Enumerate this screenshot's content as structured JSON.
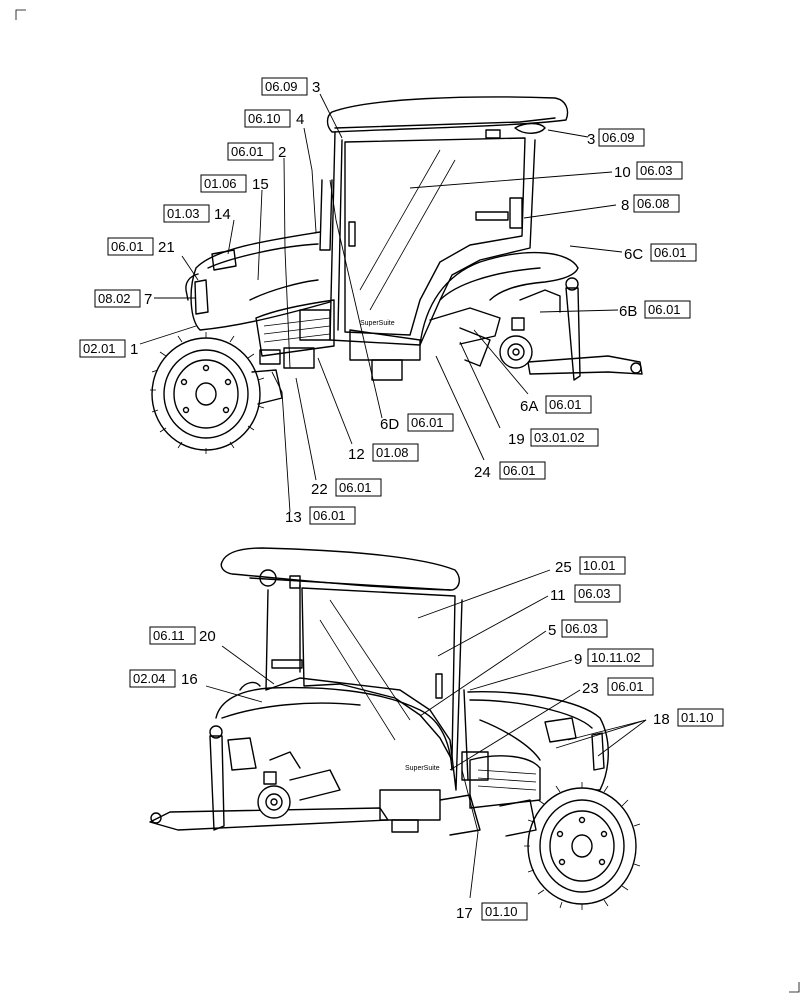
{
  "top_view": {
    "callouts": [
      {
        "id": "t1",
        "ref": "06.09",
        "num": "3",
        "tx": "3"
      },
      {
        "id": "t2",
        "ref": "06.10",
        "num": "4"
      },
      {
        "id": "t3",
        "ref": "06.01",
        "num": "2"
      },
      {
        "id": "t4",
        "ref": "01.06",
        "num": "15"
      },
      {
        "id": "t5",
        "ref": "01.03",
        "num": "14"
      },
      {
        "id": "t6",
        "ref": "06.01",
        "num": "21"
      },
      {
        "id": "t7",
        "ref": "08.02",
        "num": "7"
      },
      {
        "id": "t8",
        "ref": "02.01",
        "num": "1"
      },
      {
        "id": "t9",
        "num": "3",
        "ref": "06.09"
      },
      {
        "id": "t10",
        "num": "10",
        "ref": "06.03"
      },
      {
        "id": "t11",
        "num": "8",
        "ref": "06.08"
      },
      {
        "id": "t12",
        "num": "6C",
        "ref": "06.01"
      },
      {
        "id": "t13",
        "num": "6B",
        "ref": "06.01"
      },
      {
        "id": "t14",
        "num": "6A",
        "ref": "06.01"
      },
      {
        "id": "t15",
        "num": "19",
        "ref": "03.01.02"
      },
      {
        "id": "t16",
        "num": "6D",
        "ref": "06.01"
      },
      {
        "id": "t17",
        "num": "12",
        "ref": "01.08"
      },
      {
        "id": "t18",
        "num": "24",
        "ref": "06.01"
      },
      {
        "id": "t19",
        "num": "22",
        "ref": "06.01"
      },
      {
        "id": "t20",
        "num": "13",
        "ref": "06.01"
      }
    ],
    "brand_text": "SuperSuite"
  },
  "bottom_view": {
    "callouts": [
      {
        "id": "b1",
        "num": "25",
        "ref": "10.01"
      },
      {
        "id": "b2",
        "num": "11",
        "ref": "06.03"
      },
      {
        "id": "b3",
        "num": "5",
        "ref": "06.03"
      },
      {
        "id": "b4",
        "num": "9",
        "ref": "10.11.02"
      },
      {
        "id": "b5",
        "num": "23",
        "ref": "06.01"
      },
      {
        "id": "b6",
        "num": "18",
        "ref": "01.10"
      },
      {
        "id": "b7",
        "ref": "06.11",
        "num": "20"
      },
      {
        "id": "b8",
        "ref": "02.04",
        "num": "16"
      },
      {
        "id": "b9",
        "num": "17",
        "ref": "01.10"
      }
    ],
    "brand_text": "SuperSuite"
  }
}
